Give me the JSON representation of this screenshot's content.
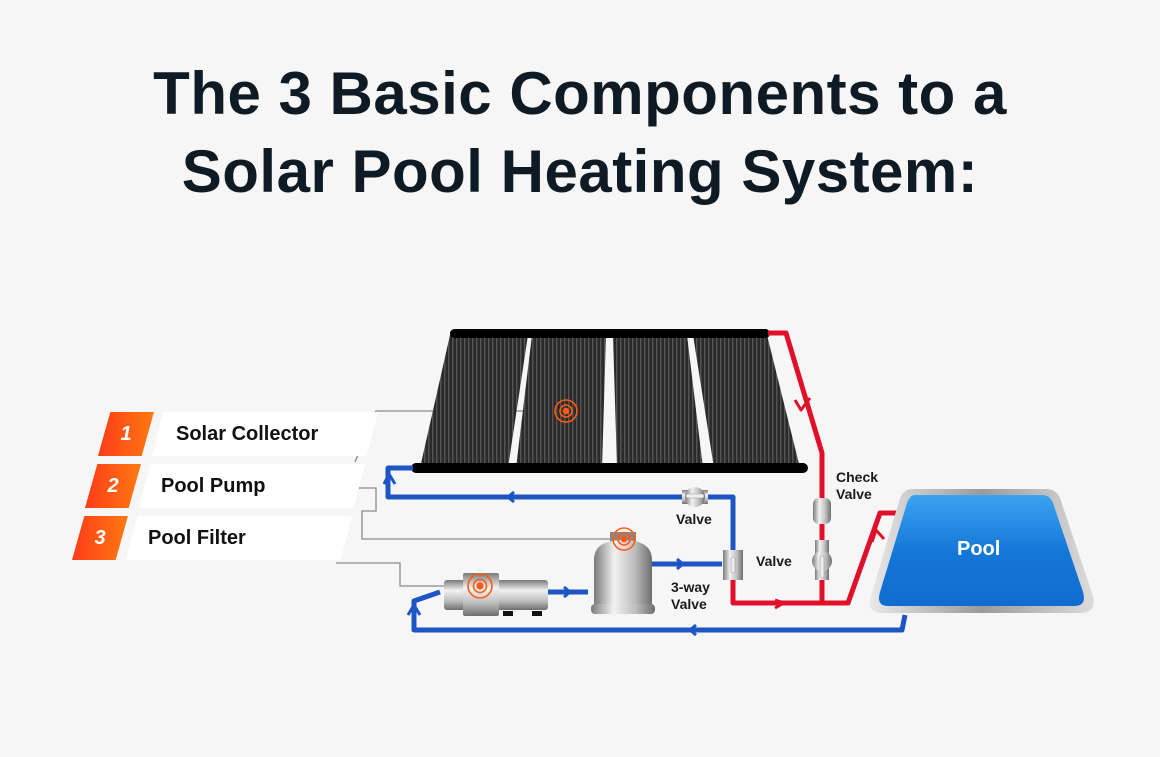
{
  "title": {
    "line1": "The 3 Basic Components to a",
    "line2": "Solar Pool Heating System:"
  },
  "legend": [
    {
      "number": "1",
      "label": "Solar Collector"
    },
    {
      "number": "2",
      "label": "Pool Pump"
    },
    {
      "number": "3",
      "label": "Pool Filter"
    }
  ],
  "diagram_labels": {
    "valve_top": "Valve",
    "valve_middle": "Valve",
    "three_way_valve_line1": "3-way",
    "three_way_valve_line2": "Valve",
    "check_valve_line1": "Check",
    "check_valve_line2": "Valve",
    "pool": "Pool"
  },
  "colors": {
    "hot_pipe": "#e0102a",
    "cold_pipe": "#1e55c4",
    "accent_orange": "#ff5a14",
    "pool_blue": "#1577d8",
    "title_text": "#0e1a24",
    "background": "#f6f6f6"
  }
}
